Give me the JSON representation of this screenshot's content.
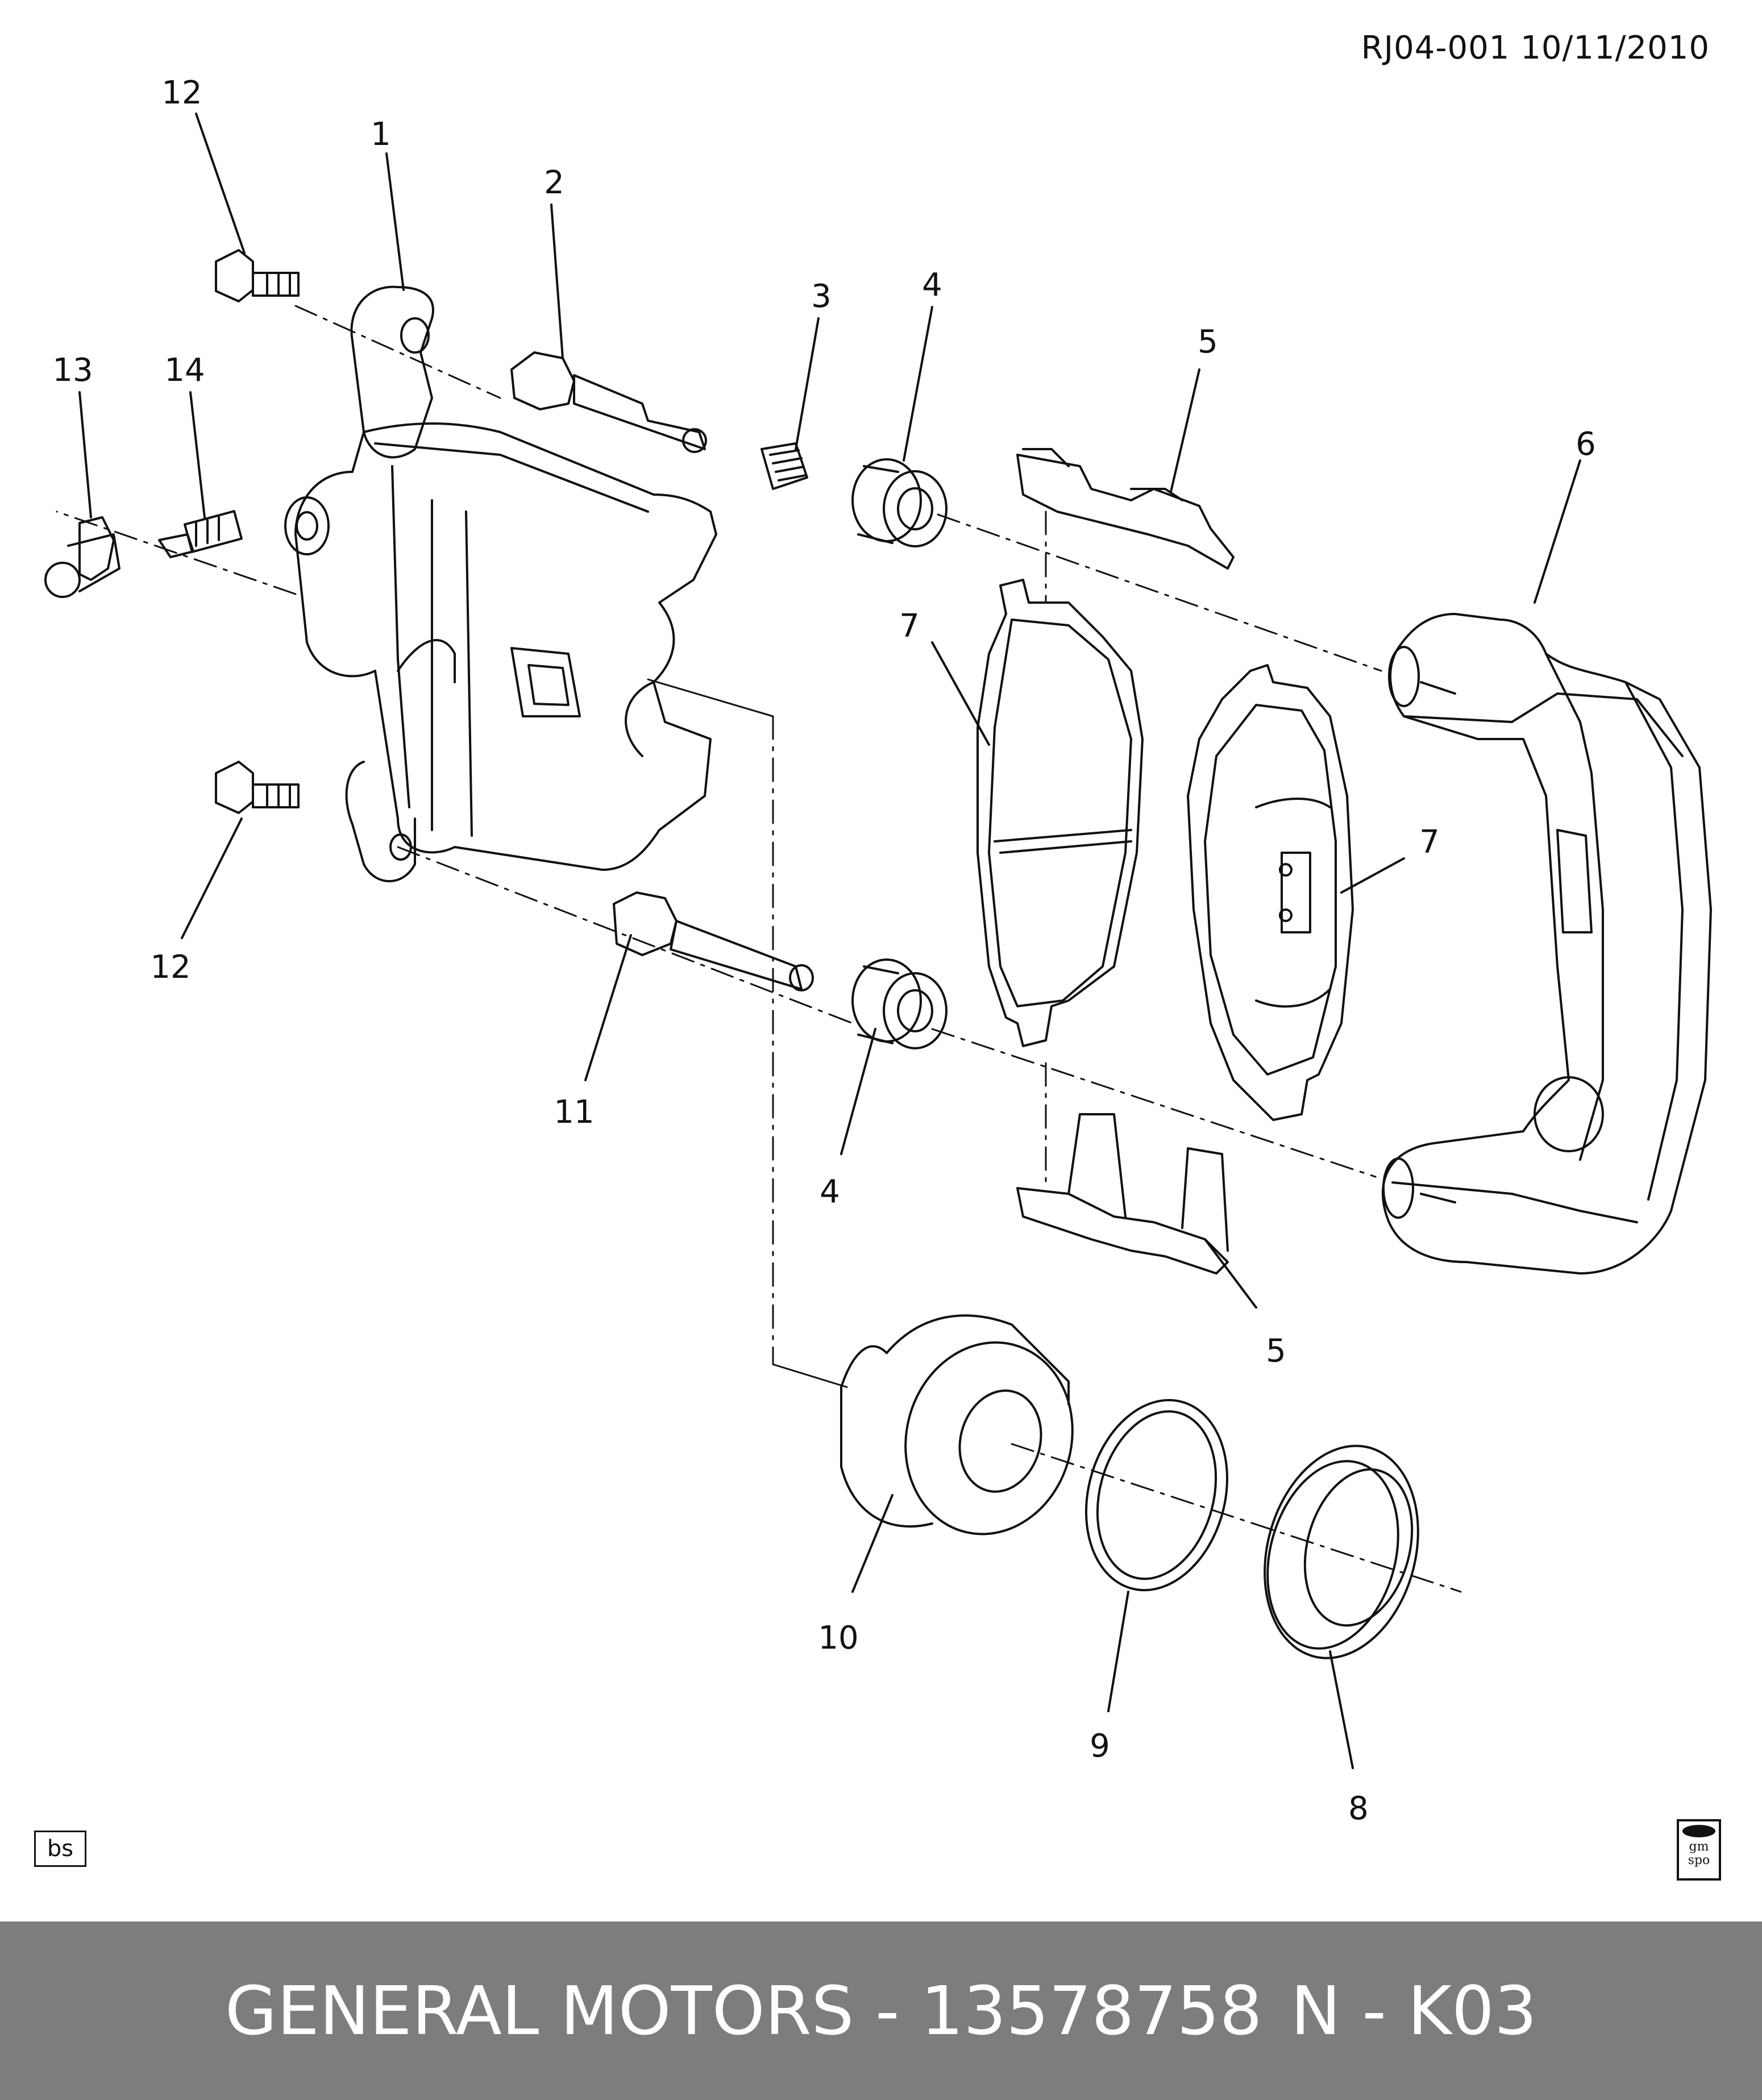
{
  "header": {
    "reference": "RJ04-001  10/11/2010"
  },
  "callouts": [
    {
      "id": "c12a",
      "label": "12"
    },
    {
      "id": "c1",
      "label": "1"
    },
    {
      "id": "c2",
      "label": "2"
    },
    {
      "id": "c3",
      "label": "3"
    },
    {
      "id": "c4a",
      "label": "4"
    },
    {
      "id": "c5a",
      "label": "5"
    },
    {
      "id": "c6",
      "label": "6"
    },
    {
      "id": "c13",
      "label": "13"
    },
    {
      "id": "c14",
      "label": "14"
    },
    {
      "id": "c7a",
      "label": "7"
    },
    {
      "id": "c7b",
      "label": "7"
    },
    {
      "id": "c12b",
      "label": "12"
    },
    {
      "id": "c11",
      "label": "11"
    },
    {
      "id": "c4b",
      "label": "4"
    },
    {
      "id": "c5b",
      "label": "5"
    },
    {
      "id": "c10",
      "label": "10"
    },
    {
      "id": "c9",
      "label": "9"
    },
    {
      "id": "c8",
      "label": "8"
    }
  ],
  "corner_badge": "bs",
  "gm_spo_logo": {
    "line1": "gm",
    "line2": "spo"
  },
  "footer": {
    "part": "GENERAL MOTORS - 13578758",
    "code": "N - K03"
  },
  "colors": {
    "line": "#111111",
    "footer_bg": "#7d7d7d",
    "footer_text": "#ffffff"
  }
}
